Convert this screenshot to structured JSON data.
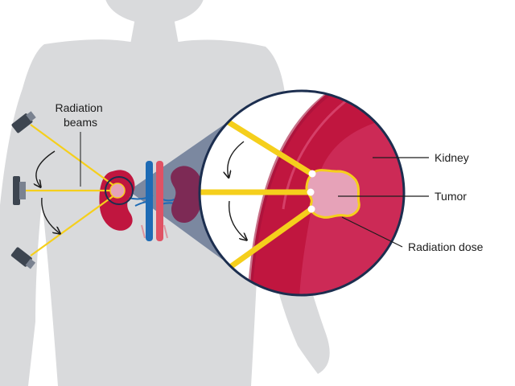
{
  "labels": {
    "radiation_beams_line1": "Radiation",
    "radiation_beams_line2": "beams",
    "kidney": "Kidney",
    "tumor": "Tumor",
    "radiation_dose": "Radiation dose"
  },
  "colors": {
    "body_silhouette": "#d9dadc",
    "beam": "#f5cf1c",
    "kidney": "#c0163f",
    "kidney_dark": "#a3123a",
    "kidney_highlight": "#d63d6a",
    "tumor": "#e6a2b8",
    "tumor_outline": "#f5cf1c",
    "right_kidney": "#7d2a55",
    "vein": "#1e6bb5",
    "artery": "#e05264",
    "magnifier_border": "#1c2e4f",
    "magnifier_cone": "#2d4570",
    "device_body": "#3d4550",
    "device_face": "#7a8290",
    "leader_line": "#1c1c1c"
  },
  "icons": [
    "radiation-device-icon",
    "rotation-arrow-icon"
  ]
}
